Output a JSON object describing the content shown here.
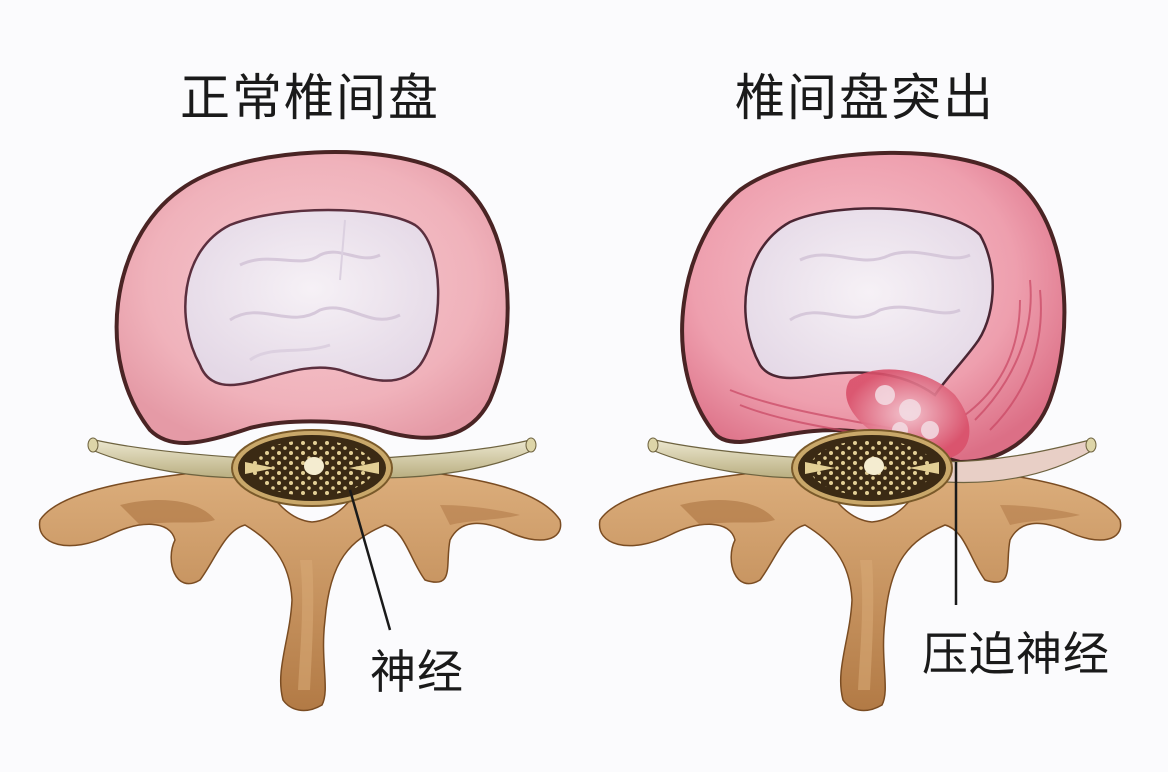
{
  "panels": [
    {
      "title": "正常椎间盘",
      "callout": "神经",
      "state": "normal"
    },
    {
      "title": "椎间盘突出",
      "callout": "压迫神经",
      "state": "herniated"
    }
  ],
  "colors": {
    "background": "#fbfbfd",
    "annulus": "#f0b3bc",
    "annulus_outline": "#4a2a2a",
    "nucleus": "#ece4ee",
    "herniation": "#e0576e",
    "bone": "#c9945e",
    "bone_shadow": "#a8703e",
    "nerve_root": "#d9d2b0",
    "spinal_cord": "#3b2a14",
    "cord_dots": "#e6d4a0",
    "text": "#1a1a1a"
  }
}
